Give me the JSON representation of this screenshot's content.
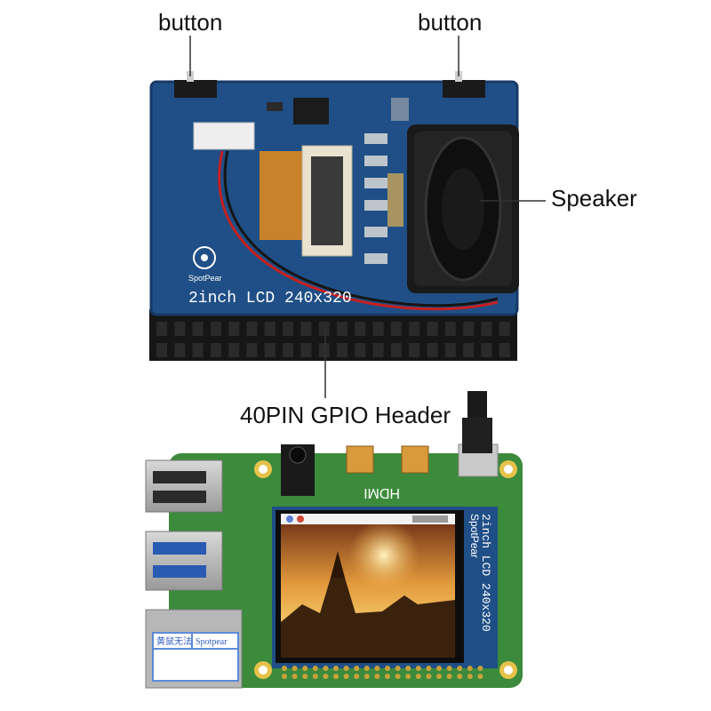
{
  "callouts": {
    "button_left": "button",
    "button_right": "button",
    "speaker": "Speaker",
    "gpio_header": "40PIN GPIO Header"
  },
  "board_silkscreen": {
    "lcd_label": "2inch LCD 240x320",
    "logo_text": "SpotPear",
    "side_label": "2inch LCD 240x320",
    "brand_vertical": "SpotPear",
    "hdmi_text": "HDMI"
  },
  "sticker": {
    "left_text": "黄鼠无法",
    "right_text": "Spotpear"
  },
  "colors": {
    "pcb_blue": "#1f4f86",
    "pcb_green": "#3c8a3c",
    "header_black": "#161616",
    "gold": "#c9a23a",
    "callout_line": "#333333"
  }
}
